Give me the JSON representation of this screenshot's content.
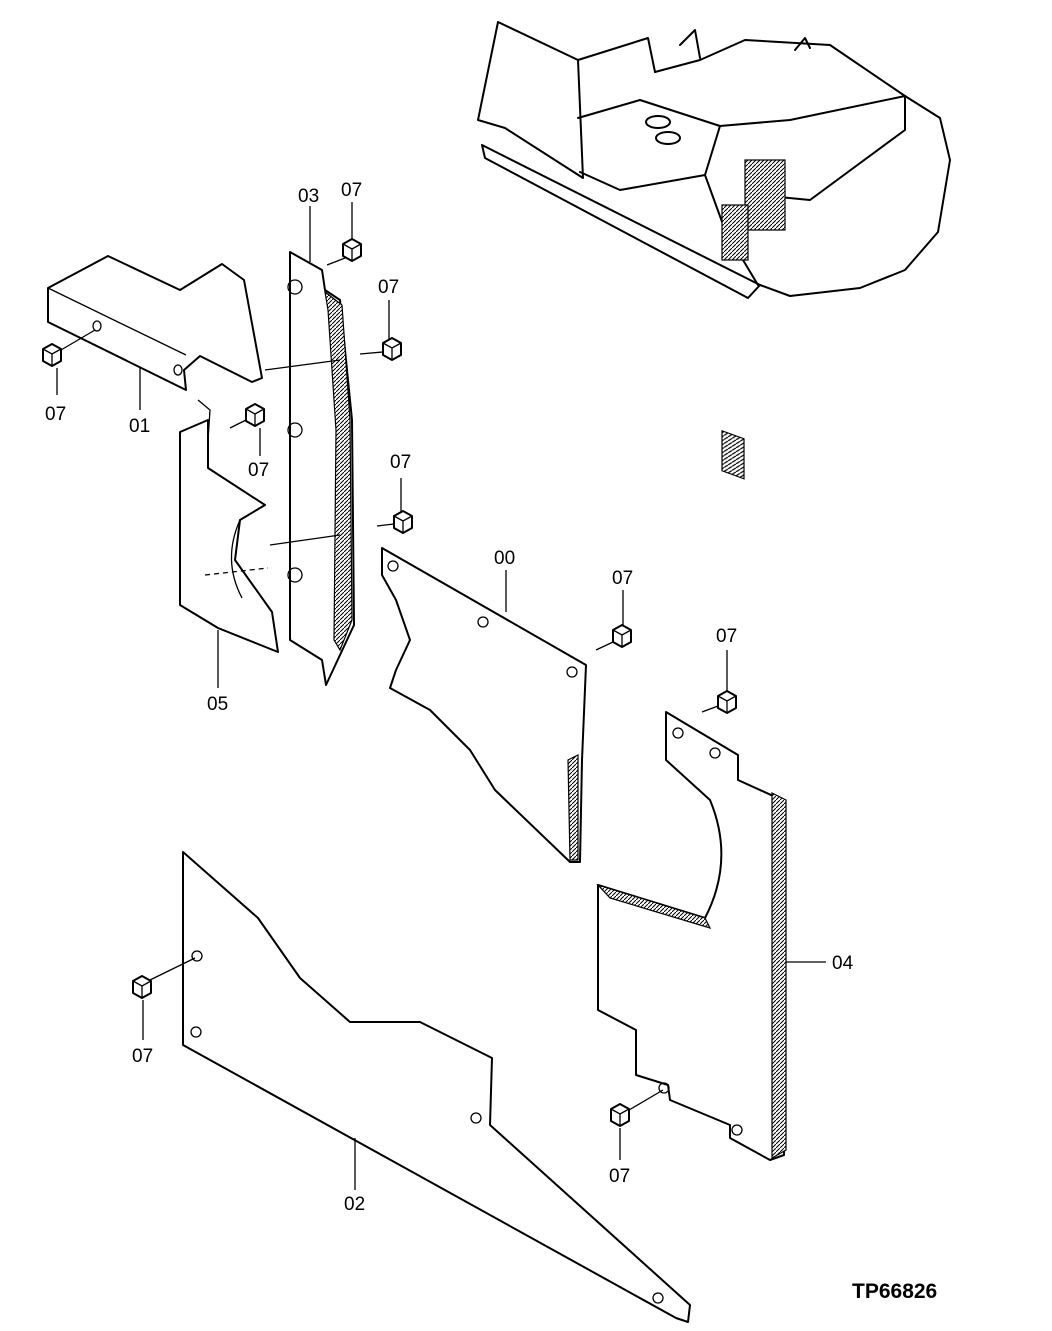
{
  "drawing_code": "TP66826",
  "callouts": {
    "part_00": "00",
    "part_01": "01",
    "part_02": "02",
    "part_03": "03",
    "part_04": "04",
    "part_05": "05",
    "bolt_07": "07"
  }
}
